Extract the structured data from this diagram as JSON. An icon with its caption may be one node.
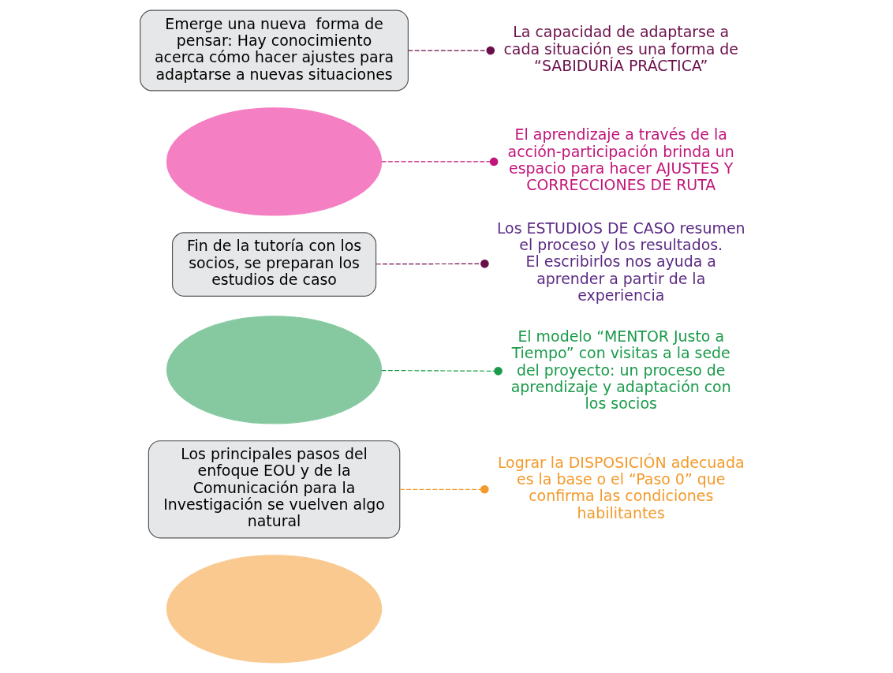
{
  "diagram": {
    "nodes": [
      {
        "text": [
          "Emerge una nueva  forma de pensar: Hay conocimiento acerca cómo hacer ajustes para adaptarse a nuevas situaciones"
        ]
      },
      {
        "text": [
          "La capacidad de adaptarse a cada situación es una forma de “SABIDURÍA PRÁCTICA”"
        ]
      },
      {
        "text": [],
        "shape": "ellipse"
      },
      {
        "text": [
          "El aprendizaje a través de la acción-participación brinda un espacio para hacer AJUSTES Y CORRECCIONES DE RUTA"
        ]
      },
      {
        "text": [
          "Fin de la tutoría con los socios, se preparan los estudios de caso"
        ]
      },
      {
        "text": [
          "Los ESTUDIOS DE CASO resumen el proceso y los resultados. El escribirlos nos ayuda a aprender a partir de la experiencia"
        ]
      },
      {
        "text": [],
        "shape": "ellipse"
      },
      {
        "text": [
          "El modelo “MENTOR Justo a Tiempo” con visitas a la sede del proyecto: un proceso de aprendizaje y adaptación con los socios"
        ]
      },
      {
        "text": [
          "Los principales pasos del enfoque EOU y de la Comunicación para la Investigación se vuelven algo natural"
        ]
      },
      {
        "text": [],
        "shape": "ellipse"
      },
      {
        "text": [
          "Lograr la DISPOSICIÓN adecuada es la base o el “Paso 0” que confirma las condiciones habilitantes"
        ]
      }
    ],
    "edges": [
      {
        "from": 0,
        "to": 1,
        "arrow": "other",
        "style": "dashed",
        "color": "#6b0f4a"
      },
      {
        "from": 2,
        "to": 3,
        "arrow": "other",
        "style": "dashed",
        "color": "#c0157a"
      },
      {
        "from": 4,
        "to": 5,
        "arrow": "other",
        "style": "dashed",
        "color": "#6b0f4a"
      },
      {
        "from": 6,
        "to": 7,
        "arrow": "other",
        "style": "dashed",
        "color": "#1a9a4a"
      },
      {
        "from": 8,
        "to": 10,
        "arrow": "other",
        "style": "dashed",
        "color": "#f39a2b"
      }
    ]
  }
}
